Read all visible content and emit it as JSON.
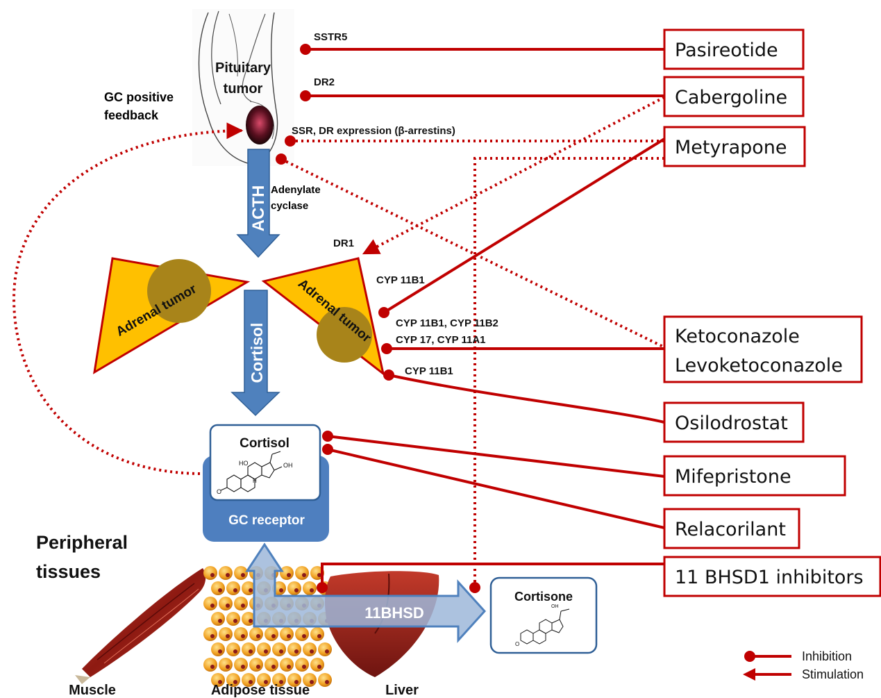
{
  "colors": {
    "inhibition_red": "#c00000",
    "arrow_blue": "#4f81bd",
    "adrenal_yellow": "#ffc000",
    "tumor_brown": "#a8841a",
    "receptor_blue": "#4e7fbf"
  },
  "pituitary": {
    "label_line1": "Pituitary",
    "label_line2": "tumor"
  },
  "feedback": {
    "line1": "GC positive",
    "line2": "feedback"
  },
  "targets": {
    "sstr5": "SSTR5",
    "dr2": "DR2",
    "ssr_dr": "SSR, DR expression (β-arrestins)",
    "adenylate_line1": "Adenylate",
    "adenylate_line2": "cyclase",
    "dr1": "DR1",
    "cyp_a": "CYP 11B1",
    "cyp_b_line1": "CYP 11B1,  CYP 11B2",
    "cyp_b_line2": "CYP 17, CYP 11A1",
    "cyp_c": "CYP 11B1"
  },
  "hormones": {
    "acth": "ACTH",
    "cortisol_arrow": "Cortisol"
  },
  "adrenal": {
    "left": "Adrenal tumor",
    "right": "Adrenal tumor"
  },
  "receptor": {
    "cortisol_box": "Cortisol",
    "receptor_label": "GC receptor",
    "struct_ho": "HO",
    "struct_oh": "OH",
    "struct_o": "O",
    "struct_h": "H"
  },
  "enzyme": {
    "label": "11BHSD",
    "cortisone": "Cortisone",
    "cort_oh": "OH",
    "cort_o": "O"
  },
  "tissues": {
    "heading_line1": "Peripheral",
    "heading_line2": "tissues",
    "muscle": "Muscle",
    "adipose": "Adipose tissue",
    "liver": "Liver"
  },
  "drugs": {
    "pasireotide": "Pasireotide",
    "cabergoline": "Cabergoline",
    "metyrapone": "Metyrapone",
    "ketoconazole": "Ketoconazole",
    "levoketoconazole": "Levoketoconazole",
    "osilodrostat": "Osilodrostat",
    "mifepristone": "Mifepristone",
    "relacorilant": "Relacorilant",
    "bhsd1": "11 BHSD1 inhibitors"
  },
  "legend": {
    "inhibition": "Inhibition",
    "stimulation": "Stimulation"
  }
}
